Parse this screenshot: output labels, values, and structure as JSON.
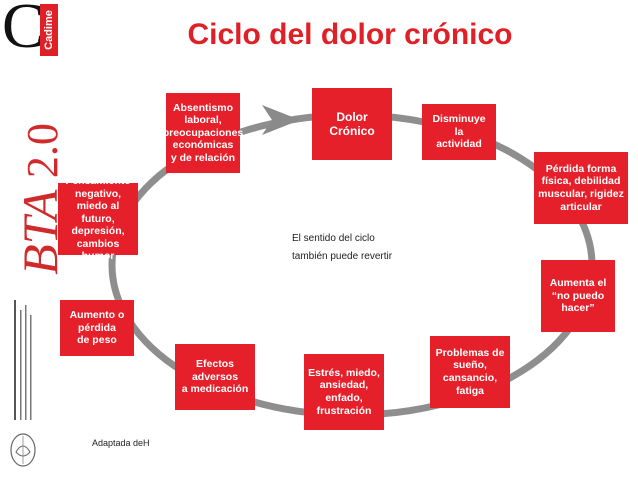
{
  "logo": {
    "letter": "C",
    "brand": "Cadime",
    "series": "BTA",
    "version": "2.0"
  },
  "title": "Ciclo del dolor crónico",
  "nodes": {
    "dolor": "Dolor\nCrónico",
    "disminuye": "Disminuye\nla\nactividad",
    "perdida": "Pérdida forma\nfísica, debilidad\nmuscular, rigidez\narticular",
    "aumenta": "Aumenta el\n“no puedo\nhacer”",
    "problemas": "Problemas de\nsueño,\ncansancio,\nfatiga",
    "estres": "Estrés, miedo,\nansiedad,\nenfado,\nfrustración",
    "efectos": "Efectos\nadversos\na medicación",
    "peso": "Aumento o\npérdida\nde peso",
    "pensamiento": "Pensamiento\nnegativo,\nmiedo al futuro,\ndepresión,\ncambios humor",
    "absentismo": "Absentismo\nlaboral,\npreocupaciones\neconómicas\ny de relación"
  },
  "center_note": {
    "line1": "El sentido del ciclo",
    "line2": "también puede revertir"
  },
  "source": "Adaptada deH",
  "colors": {
    "accent": "#e5202b",
    "ring": "#7a7a7a"
  }
}
